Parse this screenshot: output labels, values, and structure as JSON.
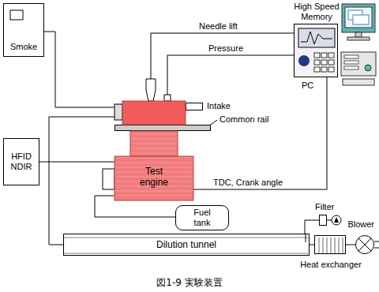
{
  "diagram": {
    "caption": "図1-9 実験装置",
    "nodes": [
      {
        "text": [
          "Smoke"
        ]
      },
      {
        "text": [
          "High Speed Memory"
        ]
      },
      {
        "text": [
          "PC"
        ]
      },
      {
        "text": [
          "Intake"
        ]
      },
      {
        "text": [
          "Common rail"
        ]
      },
      {
        "text": [
          "HFID NDIR"
        ]
      },
      {
        "text": [
          "Test engine"
        ]
      },
      {
        "text": [
          "Fuel tank"
        ]
      },
      {
        "text": [
          "Filter"
        ]
      },
      {
        "text": [
          "Blower"
        ]
      },
      {
        "text": [
          "Dilution tunnel"
        ]
      },
      {
        "text": [
          "Heat exchanger"
        ]
      }
    ],
    "edges": [
      {
        "from": 6,
        "to": 1,
        "label": "Needle lift",
        "arrow": "none"
      },
      {
        "from": 6,
        "to": 1,
        "label": "Pressure",
        "arrow": "none"
      },
      {
        "from": 6,
        "to": 1,
        "label": "TDC, Crank angle",
        "arrow": "none"
      },
      {
        "from": 6,
        "to": 0,
        "arrow": "none"
      },
      {
        "from": 6,
        "to": 5,
        "arrow": "none"
      },
      {
        "from": 6,
        "to": 10,
        "arrow": "none"
      },
      {
        "from": 7,
        "to": 6,
        "arrow": "none"
      },
      {
        "from": 10,
        "to": 8,
        "arrow": "none"
      },
      {
        "from": 10,
        "to": 11,
        "arrow": "none"
      },
      {
        "from": 11,
        "to": 9,
        "arrow": "none"
      }
    ]
  }
}
